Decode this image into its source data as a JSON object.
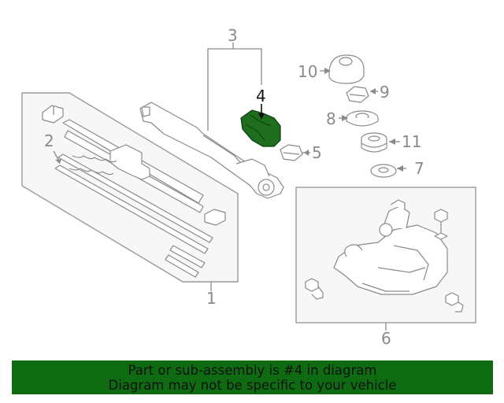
{
  "diagram": {
    "callouts": {
      "c1": "1",
      "c2": "2",
      "c3": "3",
      "c4": "4",
      "c5": "5",
      "c6": "6",
      "c7": "7",
      "c8": "8",
      "c9": "9",
      "c10": "10",
      "c11": "11"
    },
    "highlighted_part": "4",
    "highlight_color": "#1e6e1e"
  },
  "banner": {
    "line1": "Part or sub-assembly is #4 in diagram",
    "line2": "Diagram may not be specific to your vehicle",
    "background": "#0f6b12"
  }
}
